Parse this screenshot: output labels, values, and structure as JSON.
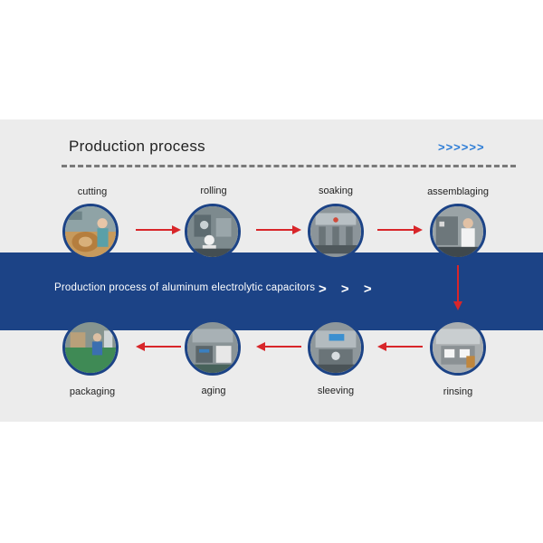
{
  "header": {
    "title": "Production process",
    "chevrons": ">>>>>>"
  },
  "band": {
    "text": "Production process of aluminum electrolytic capacitors",
    "chevrons": "> > >"
  },
  "steps": [
    {
      "label": "cutting",
      "scene": "warm"
    },
    {
      "label": "rolling",
      "scene": "machine"
    },
    {
      "label": "soaking",
      "scene": "machine"
    },
    {
      "label": "assemblaging",
      "scene": "machine"
    },
    {
      "label": "rinsing",
      "scene": "steel"
    },
    {
      "label": "sleeving",
      "scene": "machine"
    },
    {
      "label": "aging",
      "scene": "machine"
    },
    {
      "label": "packaging",
      "scene": "green"
    }
  ],
  "colors": {
    "band": "#1c4386",
    "arrow": "#d8262a",
    "chevron": "#2a7bd6",
    "panel": "#ececec"
  }
}
